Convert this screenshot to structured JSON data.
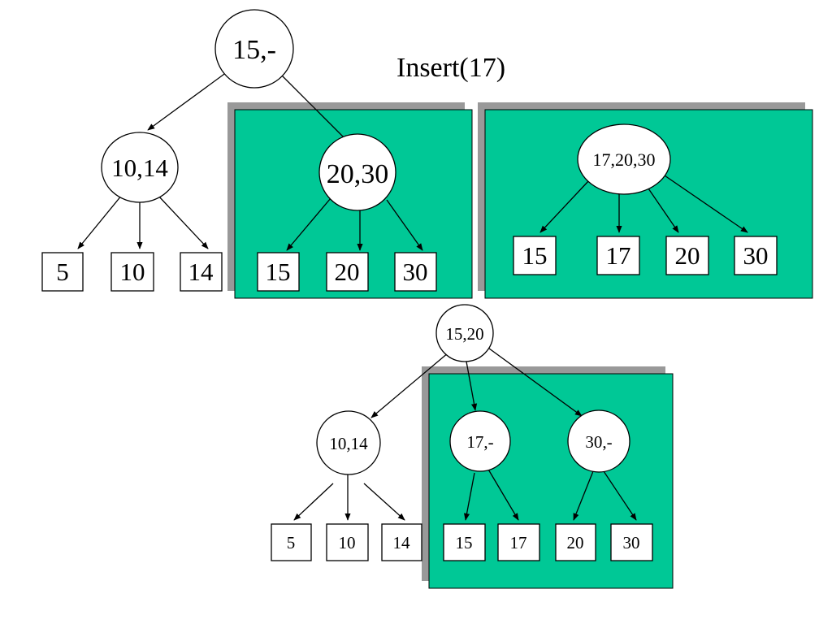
{
  "title": "Insert(17)",
  "colors": {
    "panel_fill": "#00C896",
    "panel_shadow": "#999999",
    "stroke": "#000000",
    "node_fill": "#FFFFFF"
  },
  "tree_before": {
    "root": "15,-",
    "left_internal": "10,14",
    "right_internal": "20,30",
    "left_leaves": [
      "5",
      "10",
      "14"
    ],
    "right_leaves": [
      "15",
      "20",
      "30"
    ]
  },
  "overflow_node": {
    "internal": "17,20,30",
    "leaves": [
      "15",
      "17",
      "20",
      "30"
    ]
  },
  "tree_after": {
    "root": "15,20",
    "left_internal": "10,14",
    "mid_internal": "17,-",
    "right_internal": "30,-",
    "left_leaves": [
      "5",
      "10",
      "14"
    ],
    "mid_leaves": [
      "15",
      "17"
    ],
    "right_leaves": [
      "20",
      "30"
    ]
  }
}
